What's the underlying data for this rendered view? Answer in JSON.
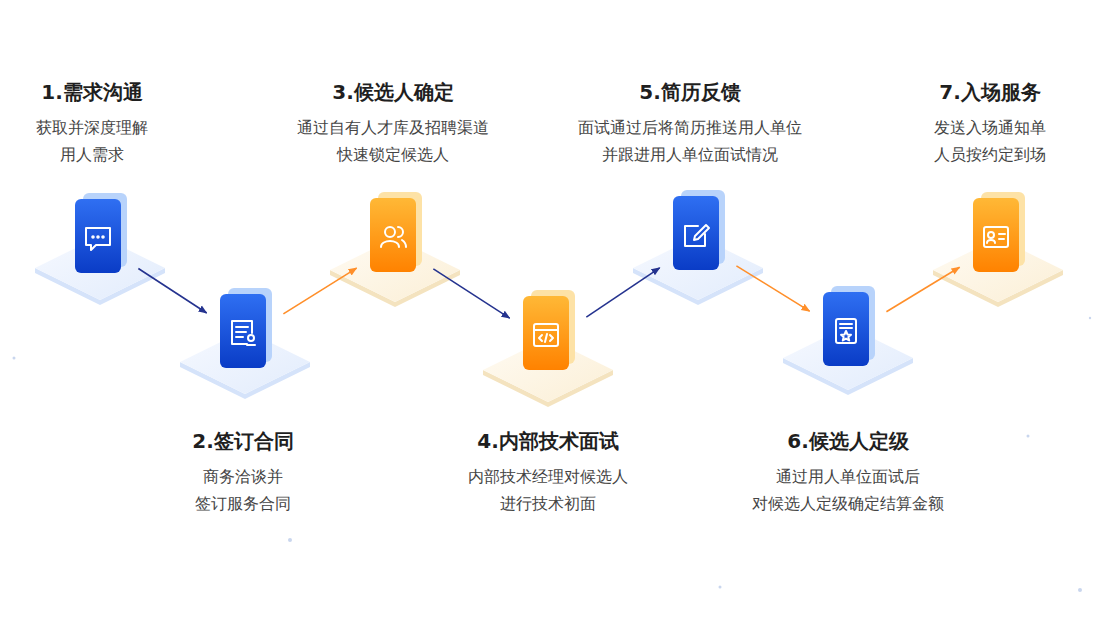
{
  "diagram": {
    "nodes": [
      {
        "text": [
          "1.需求沟通",
          "获取并深度理解 用人需求"
        ]
      },
      {
        "text": [
          "2.签订合同",
          "商务洽谈并 签订服务合同"
        ]
      },
      {
        "text": [
          "3.候选人确定",
          "通过自有人才库及招聘渠道 快速锁定候选人"
        ]
      },
      {
        "text": [
          "4.内部技术面试",
          "内部技术经理对候选人 进行技术初面"
        ]
      },
      {
        "text": [
          "5.简历反馈",
          "面试通过后将简历推送用人单位 并跟进用人单位面试情况"
        ]
      },
      {
        "text": [
          "6.候选人定级",
          "通过用人单位面试后 对候选人定级确定结算金额"
        ]
      },
      {
        "text": [
          "7.入场服务",
          "发送入场通知单 人员按约定到场"
        ]
      }
    ],
    "edges": [
      {
        "from": 0,
        "to": 1,
        "arrow": "to"
      },
      {
        "from": 1,
        "to": 2,
        "arrow": "to"
      },
      {
        "from": 2,
        "to": 3,
        "arrow": "to"
      },
      {
        "from": 3,
        "to": 4,
        "arrow": "to"
      },
      {
        "from": 4,
        "to": 5,
        "arrow": "to"
      },
      {
        "from": 5,
        "to": 6,
        "arrow": "to"
      }
    ]
  }
}
